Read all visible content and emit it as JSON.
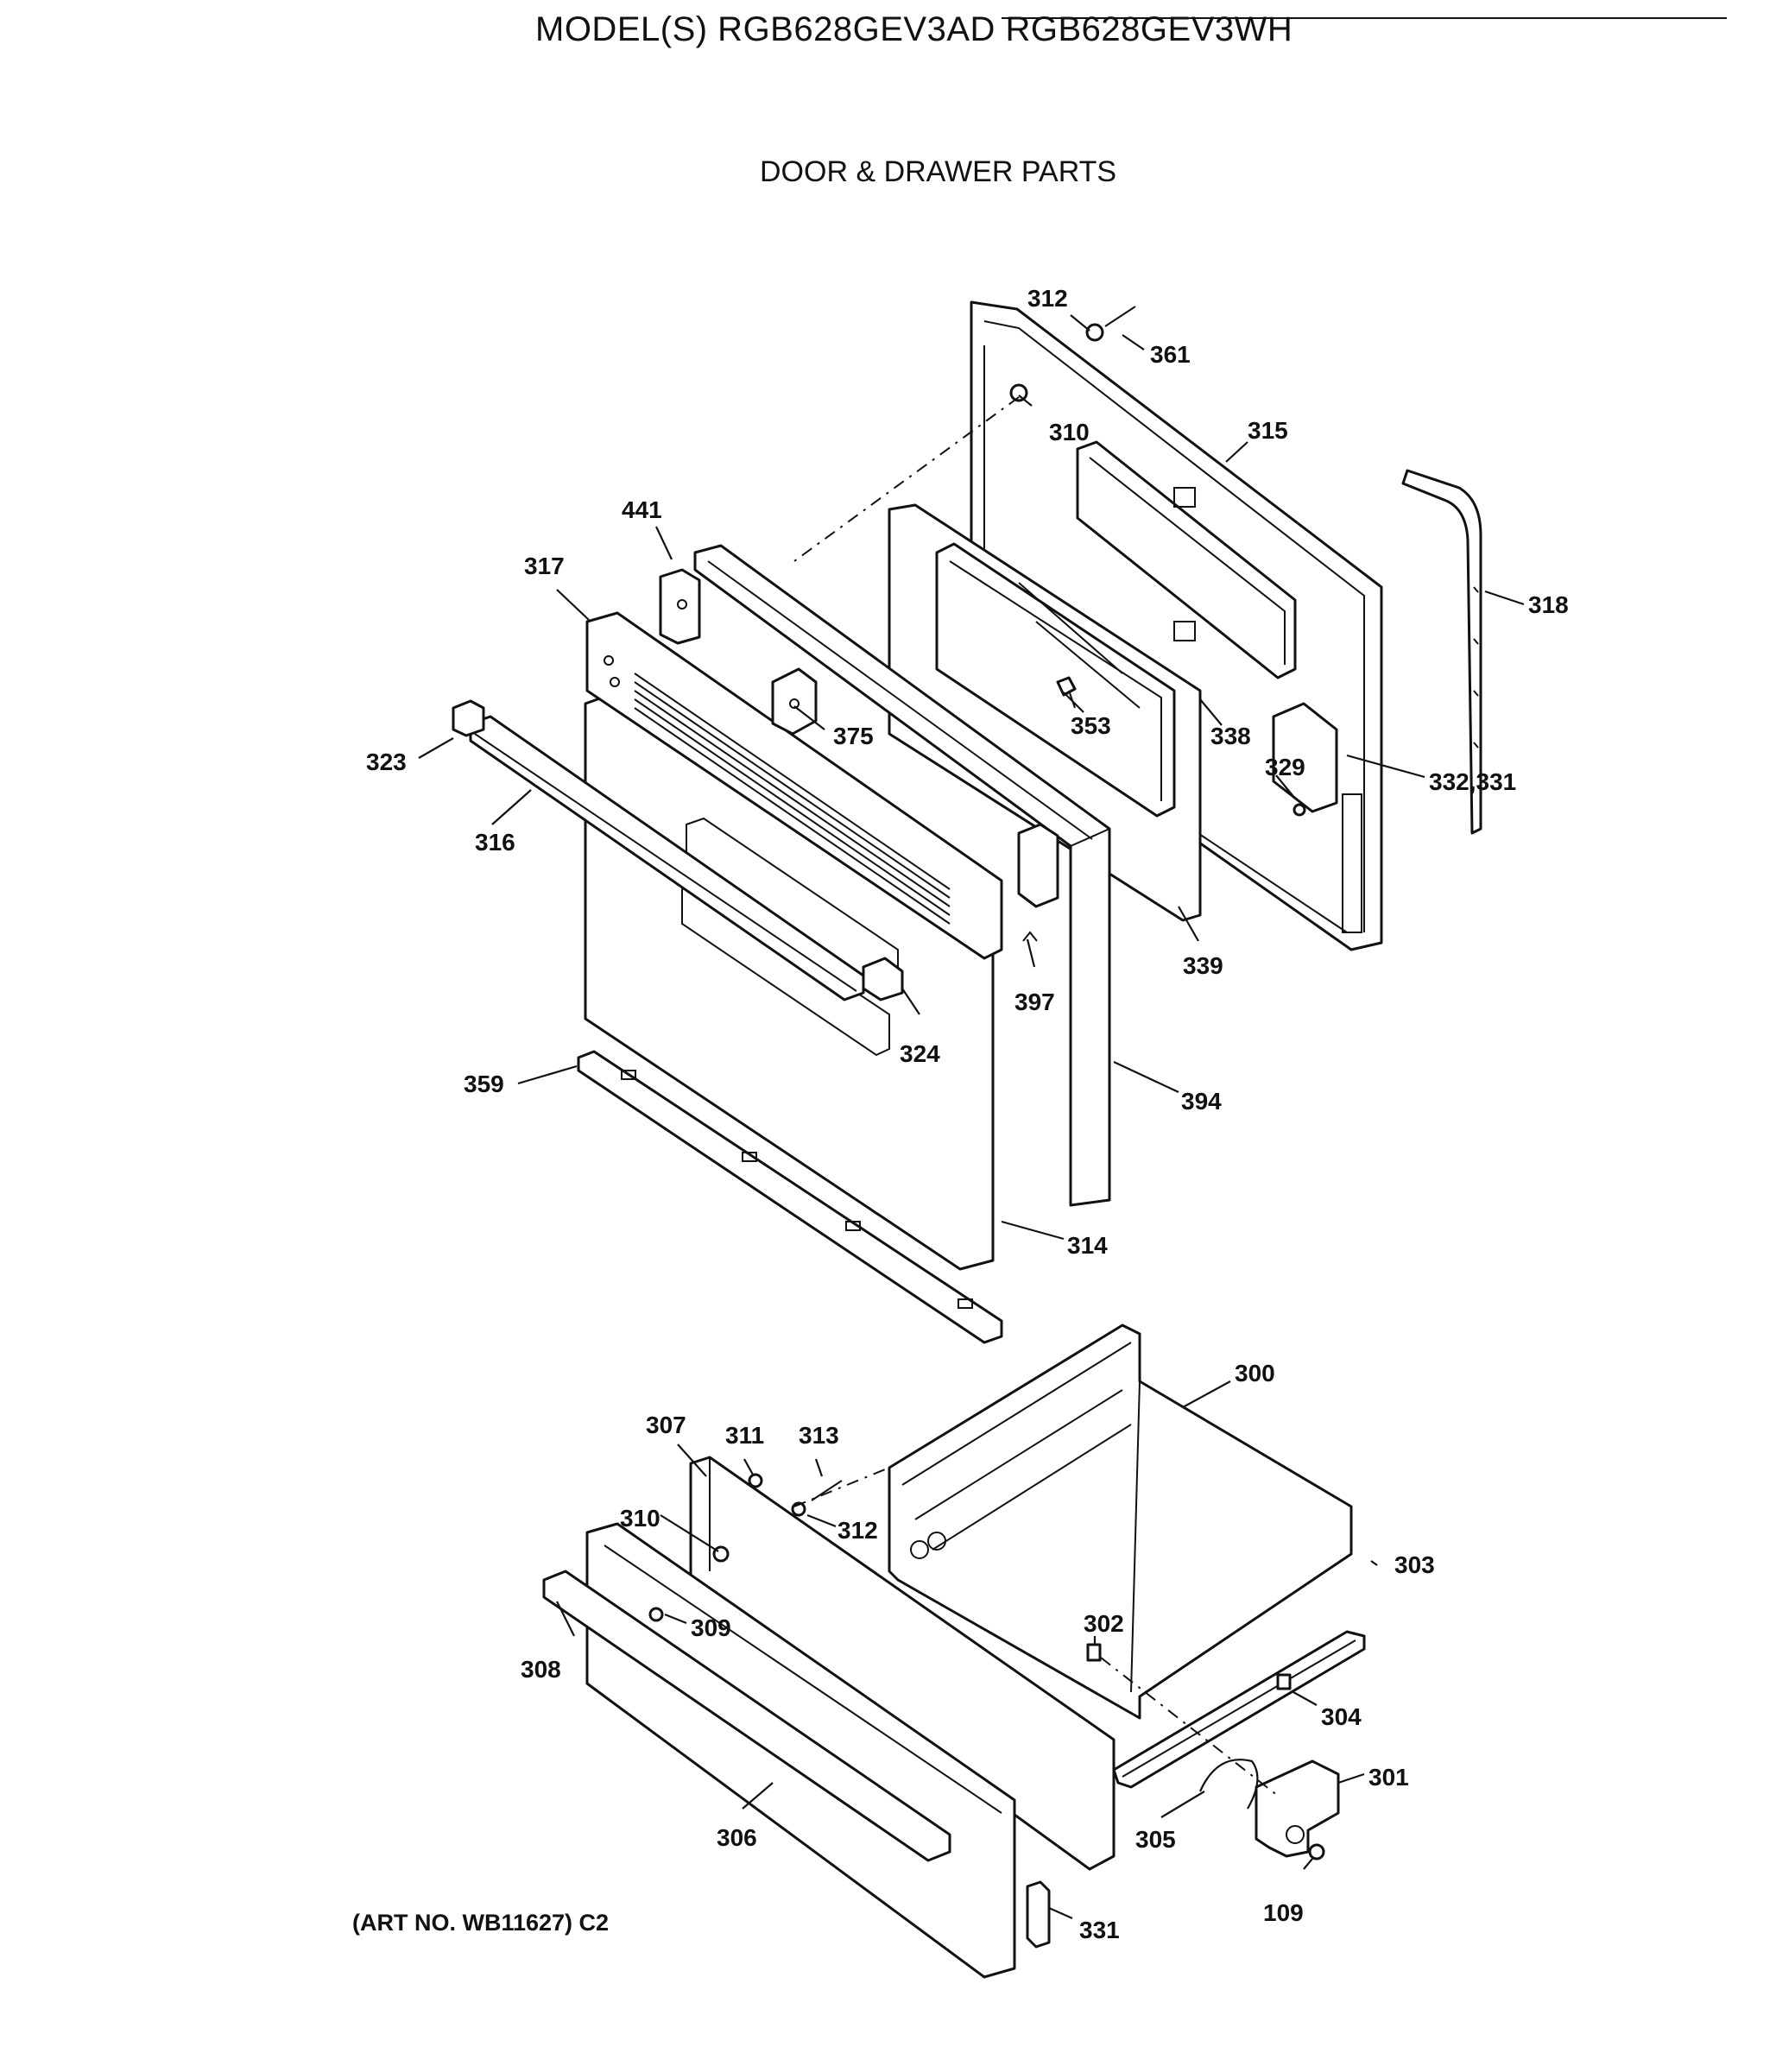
{
  "header": {
    "model_line": "MODEL(S) RGB628GEV3AD  RGB628GEV3WH",
    "section_title": "DOOR & DRAWER PARTS"
  },
  "footer": {
    "art_number": "(ART NO. WB11627) C2"
  },
  "callouts": {
    "p312a": "312",
    "p361": "361",
    "p310a": "310",
    "p315": "315",
    "p318": "318",
    "p441": "441",
    "p317": "317",
    "p375": "375",
    "p353": "353",
    "p338": "338",
    "p329": "329",
    "p332_331": "332,331",
    "p323": "323",
    "p316": "316",
    "p397": "397",
    "p339": "339",
    "p324": "324",
    "p359": "359",
    "p394": "394",
    "p314": "314",
    "p300": "300",
    "p307": "307",
    "p311": "311",
    "p313": "313",
    "p312b": "312",
    "p310b": "310",
    "p303": "303",
    "p302": "302",
    "p309": "309",
    "p308": "308",
    "p304": "304",
    "p301": "301",
    "p306": "306",
    "p305": "305",
    "p109": "109",
    "p331": "331"
  }
}
